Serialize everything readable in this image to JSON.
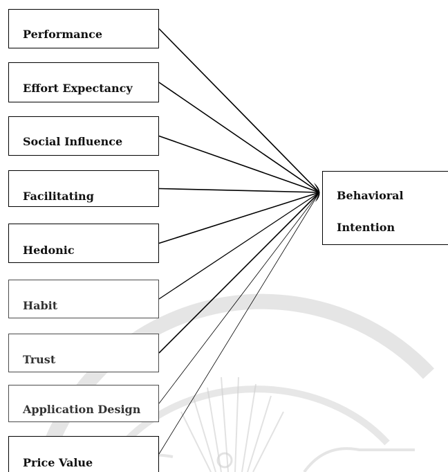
{
  "diagram": {
    "inputs": [
      {
        "id": "performance",
        "label": "Performance"
      },
      {
        "id": "effort",
        "label": "Effort Expectancy"
      },
      {
        "id": "social",
        "label": "Social Influence"
      },
      {
        "id": "facilitating",
        "label": "Facilitating"
      },
      {
        "id": "hedonic",
        "label": "Hedonic"
      },
      {
        "id": "habit",
        "label": "Habit"
      },
      {
        "id": "trust",
        "label": "Trust"
      },
      {
        "id": "appdesign",
        "label": "Application Design"
      },
      {
        "id": "price",
        "label": "Price Value"
      }
    ],
    "target": {
      "line1": "Behavioral",
      "line2": "Intention"
    },
    "colors": {
      "stroke": "#000000",
      "watermark": "#c8c8c8"
    }
  }
}
